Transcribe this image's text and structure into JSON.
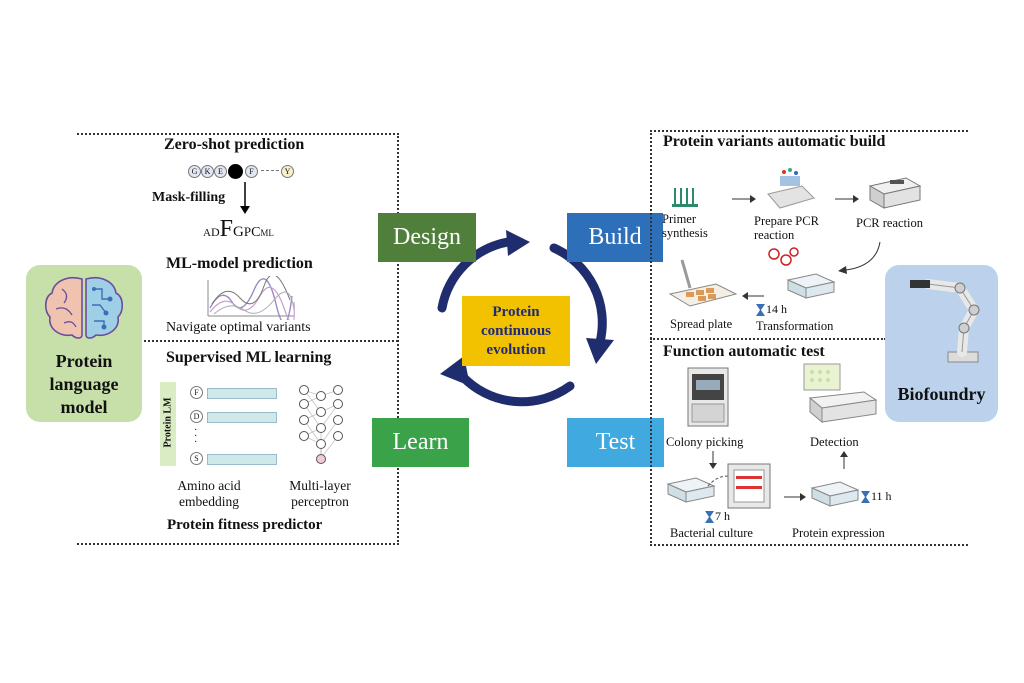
{
  "left_panel": {
    "zero_shot_title": "Zero-shot prediction",
    "sequence_tokens": [
      "G",
      "K",
      "E",
      "F",
      "Y"
    ],
    "mask_filling_label": "Mask-filling",
    "logo_letters": [
      "A",
      "D",
      "F",
      "G",
      "P",
      "C",
      "M",
      "L"
    ],
    "ml_model_title": "ML-model prediction",
    "navigate_label": "Navigate optimal variants",
    "supervised_title": "Supervised ML learning",
    "protein_lm_label": "Protein LM",
    "embedding_tokens": [
      "F",
      "D",
      "S"
    ],
    "amino_acid_embedding_label": "Amino acid\nembedding",
    "mlp_label": "Multi-layer\nperceptron",
    "fitness_predictor_label": "Protein fitness predictor"
  },
  "plm_box": {
    "label": "Protein\nlanguage\nmodel",
    "color": "#c7e0a9"
  },
  "center": {
    "label": "Protein\ncontinuous\nevolution",
    "phases": [
      {
        "label": "Design",
        "color": "#4f7f3a"
      },
      {
        "label": "Build",
        "color": "#2e6fba"
      },
      {
        "label": "Learn",
        "color": "#3aa34a"
      },
      {
        "label": "Test",
        "color": "#3fa9e0"
      }
    ],
    "arrow_color": "#1f2d6e",
    "box_color": "#f2c200"
  },
  "build_panel": {
    "title": "Protein variants automatic build",
    "steps": {
      "primer": "Primer\nsynthesis",
      "prepare_pcr": "Prepare PCR\nreaction",
      "pcr_reaction": "PCR reaction",
      "spread_plate": "Spread plate",
      "transformation": "Transformation",
      "transformation_time": "14 h"
    }
  },
  "test_panel": {
    "title": "Function automatic test",
    "steps": {
      "colony_picking": "Colony picking",
      "detection": "Detection",
      "bacterial_culture": "Bacterial culture",
      "culture_time": "7 h",
      "protein_expression": "Protein expression",
      "expression_time": "11 h"
    }
  },
  "biofoundry_box": {
    "label": "Biofoundry",
    "color": "#bcd2ec"
  }
}
